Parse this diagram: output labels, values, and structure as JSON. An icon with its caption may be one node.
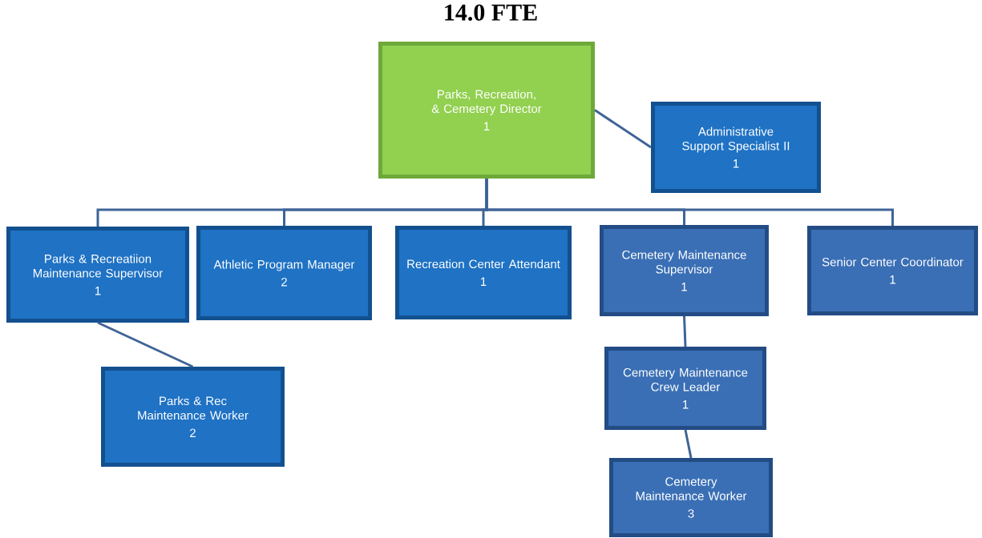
{
  "diagram": {
    "title": "14.0 FTE",
    "nodes": [
      {
        "text": [
          "Parks, Recreation, & Cemetery Director",
          "1"
        ]
      },
      {
        "text": [
          "Administrative Support Specialist II",
          "1"
        ]
      },
      {
        "text": [
          "Parks & Recreatiion Maintenance Supervisor",
          "1"
        ]
      },
      {
        "text": [
          "Athletic Program Manager",
          "2"
        ]
      },
      {
        "text": [
          "Recreation Center Attendant",
          "1"
        ]
      },
      {
        "text": [
          "Cemetery Maintenance Supervisor",
          "1"
        ]
      },
      {
        "text": [
          "Senior Center Coordinator",
          "1"
        ]
      },
      {
        "text": [
          "Parks & Rec Maintenance Worker",
          "2"
        ]
      },
      {
        "text": [
          "Cemetery Maintenance Crew Leader",
          "1"
        ]
      },
      {
        "text": [
          "Cemetery Maintenance Worker",
          "3"
        ]
      }
    ],
    "edges": [
      {
        "from": 0,
        "to": 1,
        "arrow": "none"
      },
      {
        "from": 0,
        "to": 2,
        "arrow": "none"
      },
      {
        "from": 0,
        "to": 3,
        "arrow": "none"
      },
      {
        "from": 0,
        "to": 4,
        "arrow": "none"
      },
      {
        "from": 0,
        "to": 5,
        "arrow": "none"
      },
      {
        "from": 0,
        "to": 6,
        "arrow": "none"
      },
      {
        "from": 2,
        "to": 7,
        "arrow": "none"
      },
      {
        "from": 5,
        "to": 8,
        "arrow": "none"
      },
      {
        "from": 8,
        "to": 9,
        "arrow": "none"
      }
    ]
  }
}
